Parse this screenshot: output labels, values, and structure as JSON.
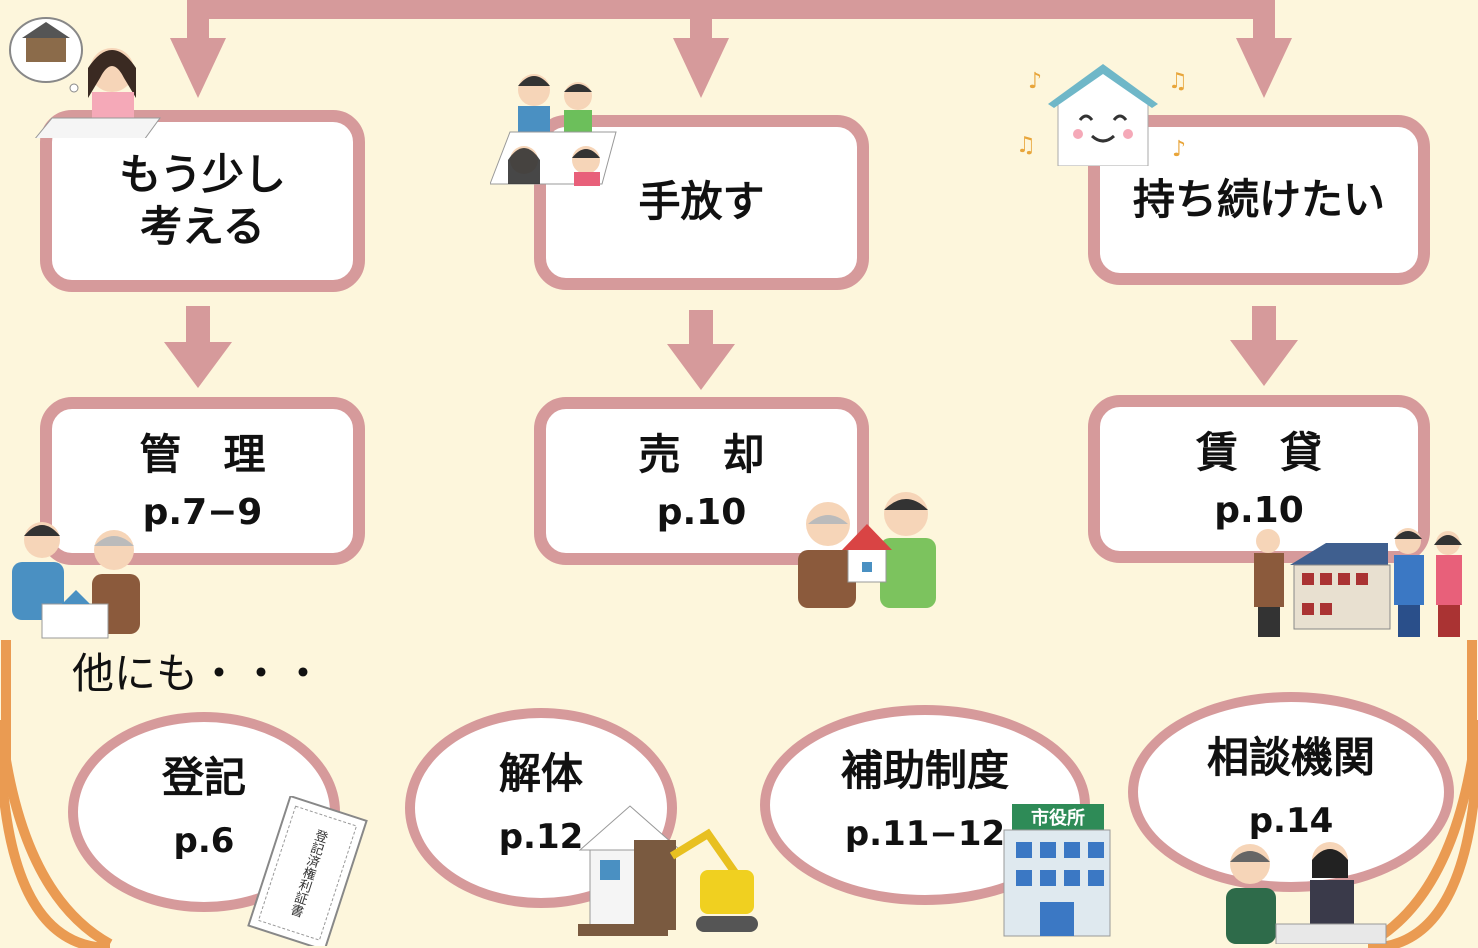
{
  "options": [
    {
      "label": "もう少し\n考える",
      "result": {
        "label": "管　理",
        "page": "p.7−9"
      }
    },
    {
      "label": "手放す",
      "result": {
        "label": "売　却",
        "page": "p.10"
      }
    },
    {
      "label": "持ち続けたい",
      "result": {
        "label": "賃　貸",
        "page": "p.10"
      }
    }
  ],
  "other": {
    "heading": "他にも・・・",
    "items": [
      {
        "label": "登記",
        "page": "p.6"
      },
      {
        "label": "解体",
        "page": "p.12"
      },
      {
        "label": "補助制度",
        "page": "p.11−12"
      },
      {
        "label": "相談機関",
        "page": "p.14"
      }
    ]
  },
  "illustrations": {
    "certificate_text": "登記済権利証書",
    "office_sign": "市役所"
  },
  "colors": {
    "background": "#fdf6dc",
    "box_border": "#d69a9b",
    "arrow": "#d69a9b",
    "frame": "#ea9b52"
  }
}
